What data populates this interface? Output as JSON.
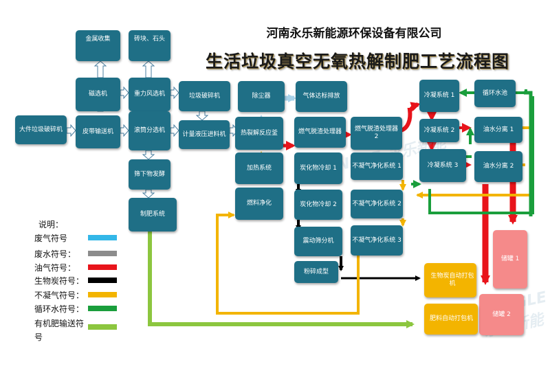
{
  "header": {
    "company": "河南永乐新能源环保设备有限公司",
    "title": "生活垃圾真空无氧热解制肥工艺流程图"
  },
  "boxes": {
    "bulk_crusher": "大件垃圾破碎机",
    "belt_conveyor": "皮带输送机",
    "magnetic_separator": "磁选机",
    "metal_collection": "金属收集",
    "gravity_separator": "重力风选机",
    "bricks_stones": "砖块、石头",
    "drum_screen": "滚筒分选机",
    "screen_fermentation": "筛下物发酵",
    "fertilizer_system": "制肥系统",
    "garbage_crusher": "垃圾破碎机",
    "metering_feeder": "计量液压进料机",
    "pyrolysis_kettle": "热裂解反应釜",
    "dust_remover": "除尘器",
    "gas_emission": "气体达标排放",
    "heating_system": "加热系统",
    "fuel_purification": "燃料净化",
    "gas_processor_1": "燃气脱渣处理器",
    "gas_processor_2": "燃气脱渣处理器 2",
    "char_cooling_1": "炭化物冷却 1",
    "char_cooling_2": "炭化物冷却 2",
    "vibrating_screen": "震动筛分机",
    "crushing_forming": "粉碎成型",
    "ncg_purify_1": "不凝气净化系统 1",
    "ncg_purify_2": "不凝气净化系统 2",
    "ncg_purify_3": "不凝气净化系统 3",
    "condenser_1": "冷凝系统 1",
    "condenser_2": "冷凝系统 2",
    "condenser_3": "冷凝系统 3",
    "circulating_pool": "循环水池",
    "oil_water_sep_1": "油水分离 1",
    "oil_water_sep_2": "油水分离 2",
    "tank_1": "储罐 1",
    "tank_2": "储罐 2",
    "biochar_packer": "生物炭自动打包机",
    "fertilizer_packer": "肥料自动打包机"
  },
  "legend": {
    "title": "说明：",
    "items": [
      {
        "label": "废气符号",
        "color": "#33b7e8"
      },
      {
        "label": "废水符号：",
        "color": "#8c8c8c"
      },
      {
        "label": "油气符号：",
        "color": "#e8141b"
      },
      {
        "label": "生物炭符号：",
        "color": "#000000"
      },
      {
        "label": "不凝气符号：",
        "color": "#f3b400"
      },
      {
        "label": "循环水符号：",
        "color": "#1a9e3c"
      },
      {
        "label": "有机肥输送符号",
        "color": "#8cc63f"
      }
    ]
  },
  "colors": {
    "box": "#1f6f86",
    "packer": "#f3b400",
    "tank": "#f58a8a",
    "process_arrow": "#ffffff",
    "process_stroke": "#4a7fa0"
  },
  "watermark": "TONGLE 永乐新能"
}
